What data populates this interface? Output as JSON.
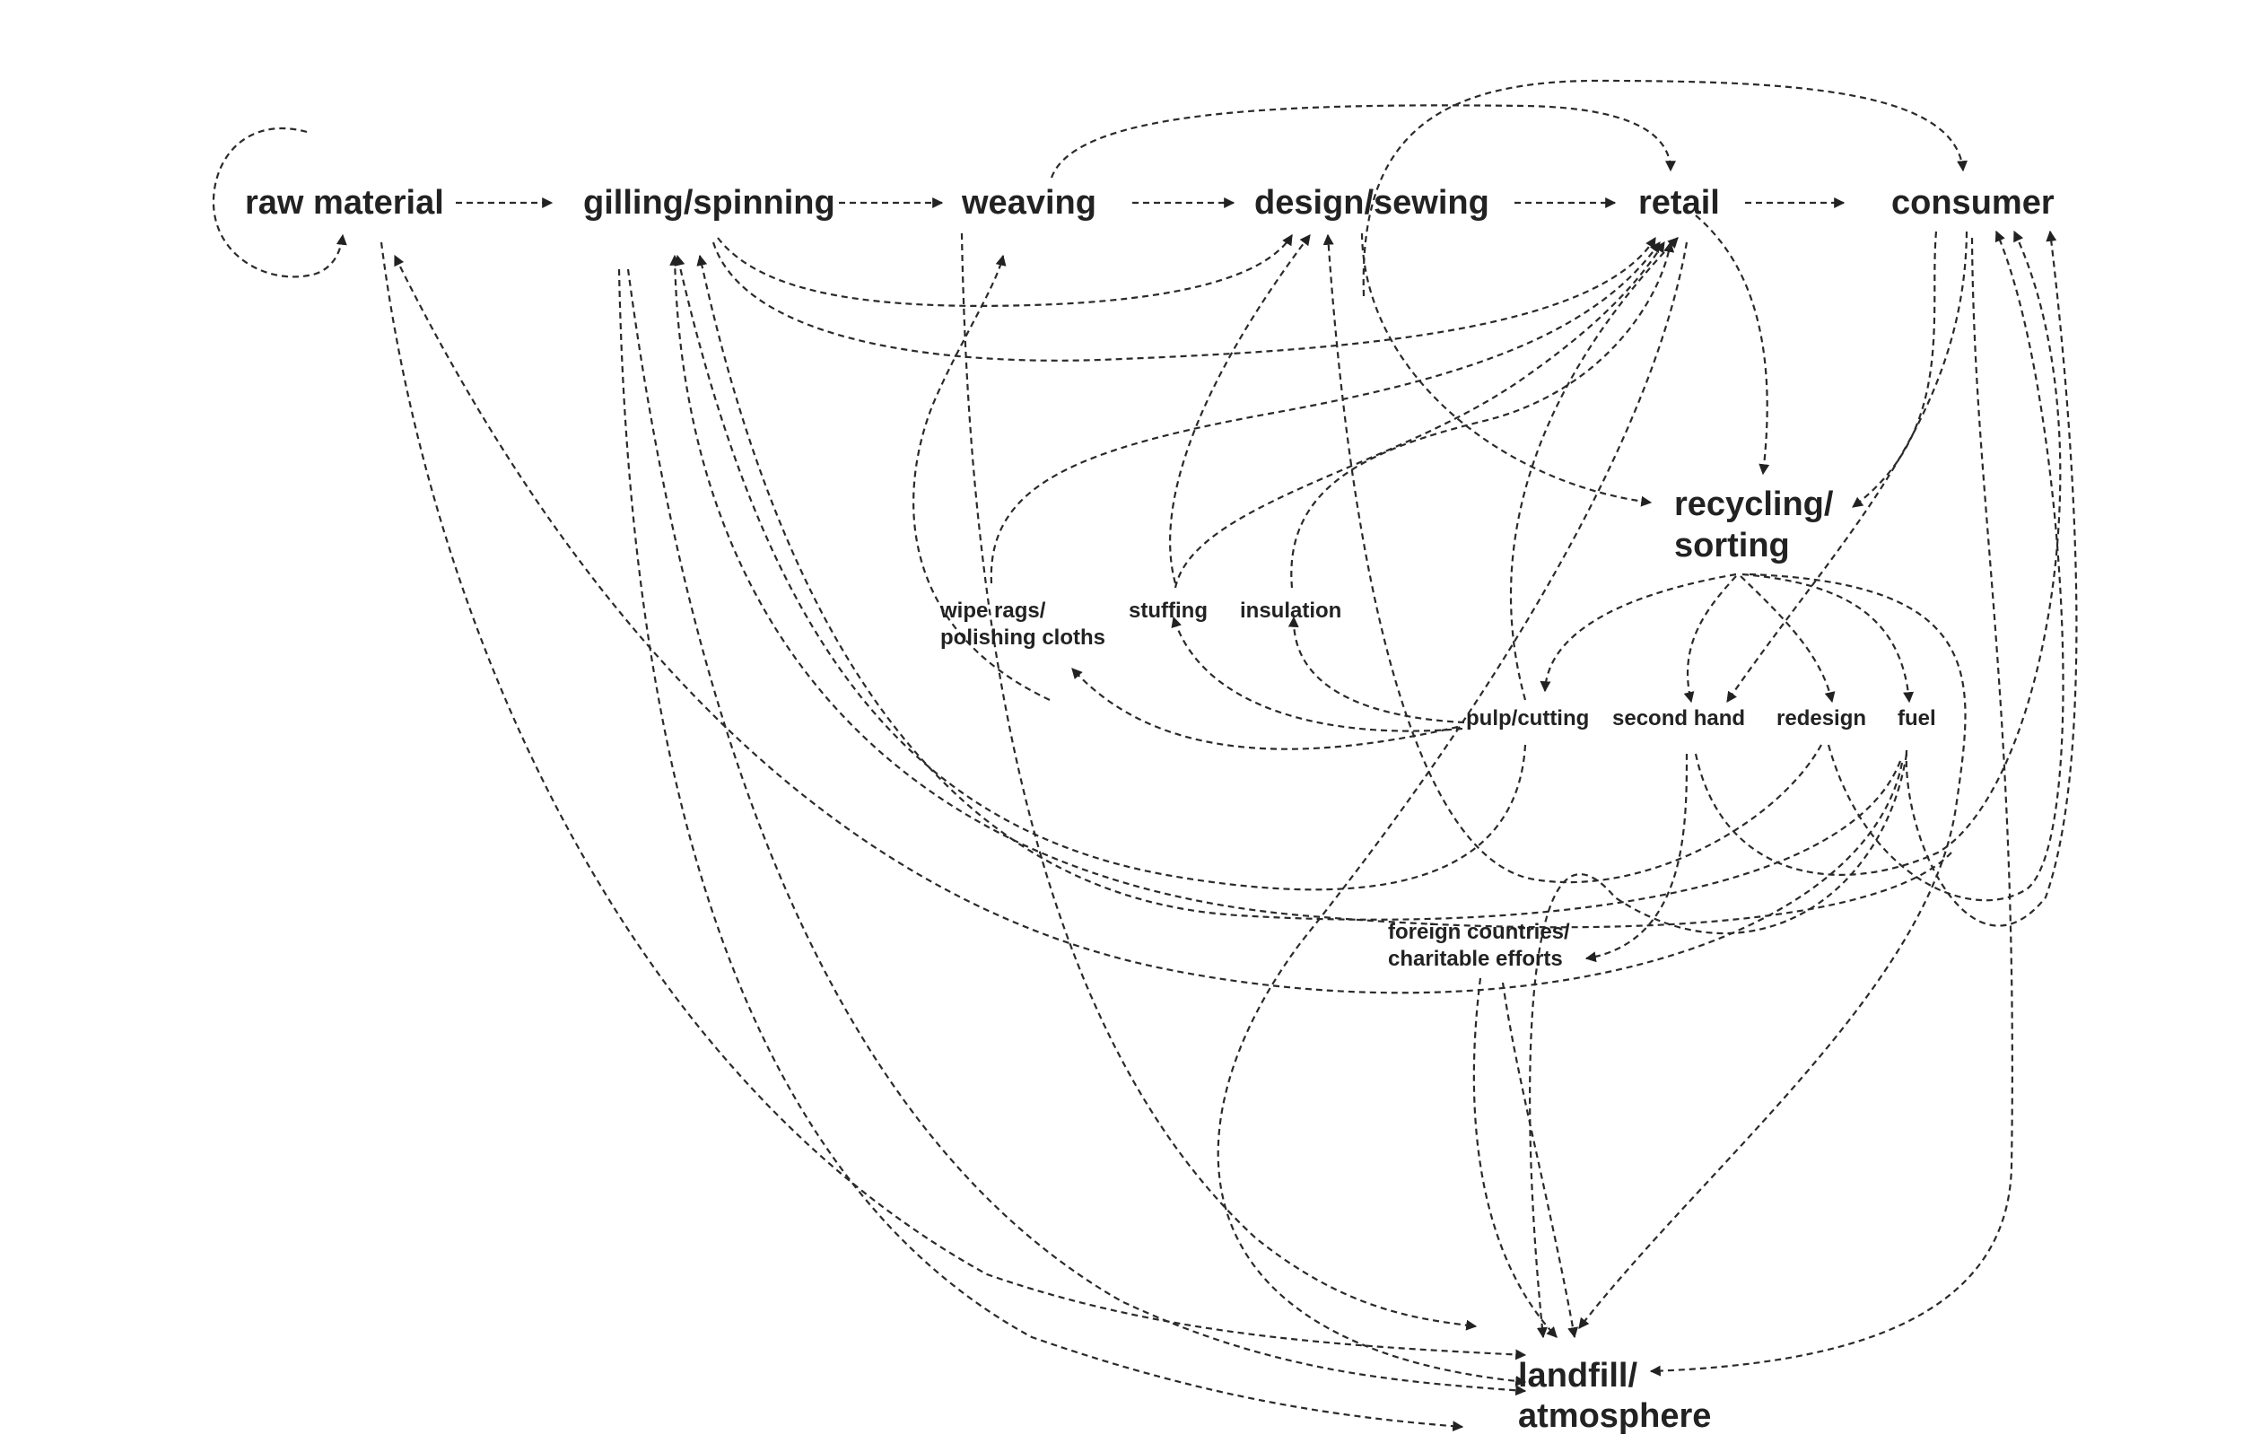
{
  "nodes": {
    "raw_material": "raw material",
    "gilling_spinning": "gilling/spinning",
    "weaving": "weaving",
    "design_sewing": "design/sewing",
    "retail": "retail",
    "consumer": "consumer",
    "recycling_line1": "recycling/",
    "recycling_line2": "sorting",
    "wipe_line1": "wipe rags/",
    "wipe_line2": "polishing cloths",
    "stuffing": "stuffing",
    "insulation": "insulation",
    "pulp_cutting": "pulp/cutting",
    "second_hand": "second hand",
    "redesign": "redesign",
    "fuel": "fuel",
    "foreign_line1": "foreign countries/",
    "foreign_line2": "charitable efforts",
    "landfill_line1": "landfill/",
    "landfill_line2": "atmosphere"
  },
  "edges": [
    {
      "from": "raw material",
      "to": "raw material"
    },
    {
      "from": "raw material",
      "to": "gilling/spinning"
    },
    {
      "from": "gilling/spinning",
      "to": "weaving"
    },
    {
      "from": "weaving",
      "to": "design/sewing"
    },
    {
      "from": "design/sewing",
      "to": "retail"
    },
    {
      "from": "retail",
      "to": "consumer"
    },
    {
      "from": "weaving",
      "to": "retail"
    },
    {
      "from": "design/sewing",
      "to": "consumer"
    },
    {
      "from": "gilling/spinning",
      "to": "design/sewing"
    },
    {
      "from": "gilling/spinning",
      "to": "retail"
    },
    {
      "from": "retail",
      "to": "recycling/sorting"
    },
    {
      "from": "design/sewing",
      "to": "recycling/sorting"
    },
    {
      "from": "consumer",
      "to": "recycling/sorting"
    },
    {
      "from": "consumer",
      "to": "second hand"
    },
    {
      "from": "recycling/sorting",
      "to": "pulp/cutting"
    },
    {
      "from": "recycling/sorting",
      "to": "second hand"
    },
    {
      "from": "recycling/sorting",
      "to": "redesign"
    },
    {
      "from": "recycling/sorting",
      "to": "fuel"
    },
    {
      "from": "pulp/cutting",
      "to": "wipe rags/polishing cloths"
    },
    {
      "from": "pulp/cutting",
      "to": "stuffing"
    },
    {
      "from": "pulp/cutting",
      "to": "insulation"
    },
    {
      "from": "wipe rags/polishing cloths",
      "to": "retail"
    },
    {
      "from": "stuffing",
      "to": "retail"
    },
    {
      "from": "insulation",
      "to": "retail"
    },
    {
      "from": "stuffing",
      "to": "design/sewing"
    },
    {
      "from": "second hand",
      "to": "foreign countries/charitable efforts"
    },
    {
      "from": "fuel",
      "to": "consumer"
    },
    {
      "from": "fuel",
      "to": "landfill/atmosphere"
    },
    {
      "from": "consumer",
      "to": "landfill/atmosphere"
    },
    {
      "from": "raw material",
      "to": "landfill/atmosphere"
    },
    {
      "from": "gilling/spinning",
      "to": "landfill/atmosphere"
    },
    {
      "from": "weaving",
      "to": "landfill/atmosphere"
    },
    {
      "from": "design/sewing",
      "to": "landfill/atmosphere"
    },
    {
      "from": "retail",
      "to": "landfill/atmosphere"
    },
    {
      "from": "foreign countries/charitable efforts",
      "to": "landfill/atmosphere"
    },
    {
      "from": "foreign countries/charitable efforts",
      "to": "raw material"
    },
    {
      "from": "foreign countries/charitable efforts",
      "to": "gilling/spinning"
    },
    {
      "from": "redesign",
      "to": "consumer"
    },
    {
      "from": "redesign",
      "to": "design/sewing"
    },
    {
      "from": "pulp/cutting",
      "to": "gilling/spinning"
    }
  ]
}
